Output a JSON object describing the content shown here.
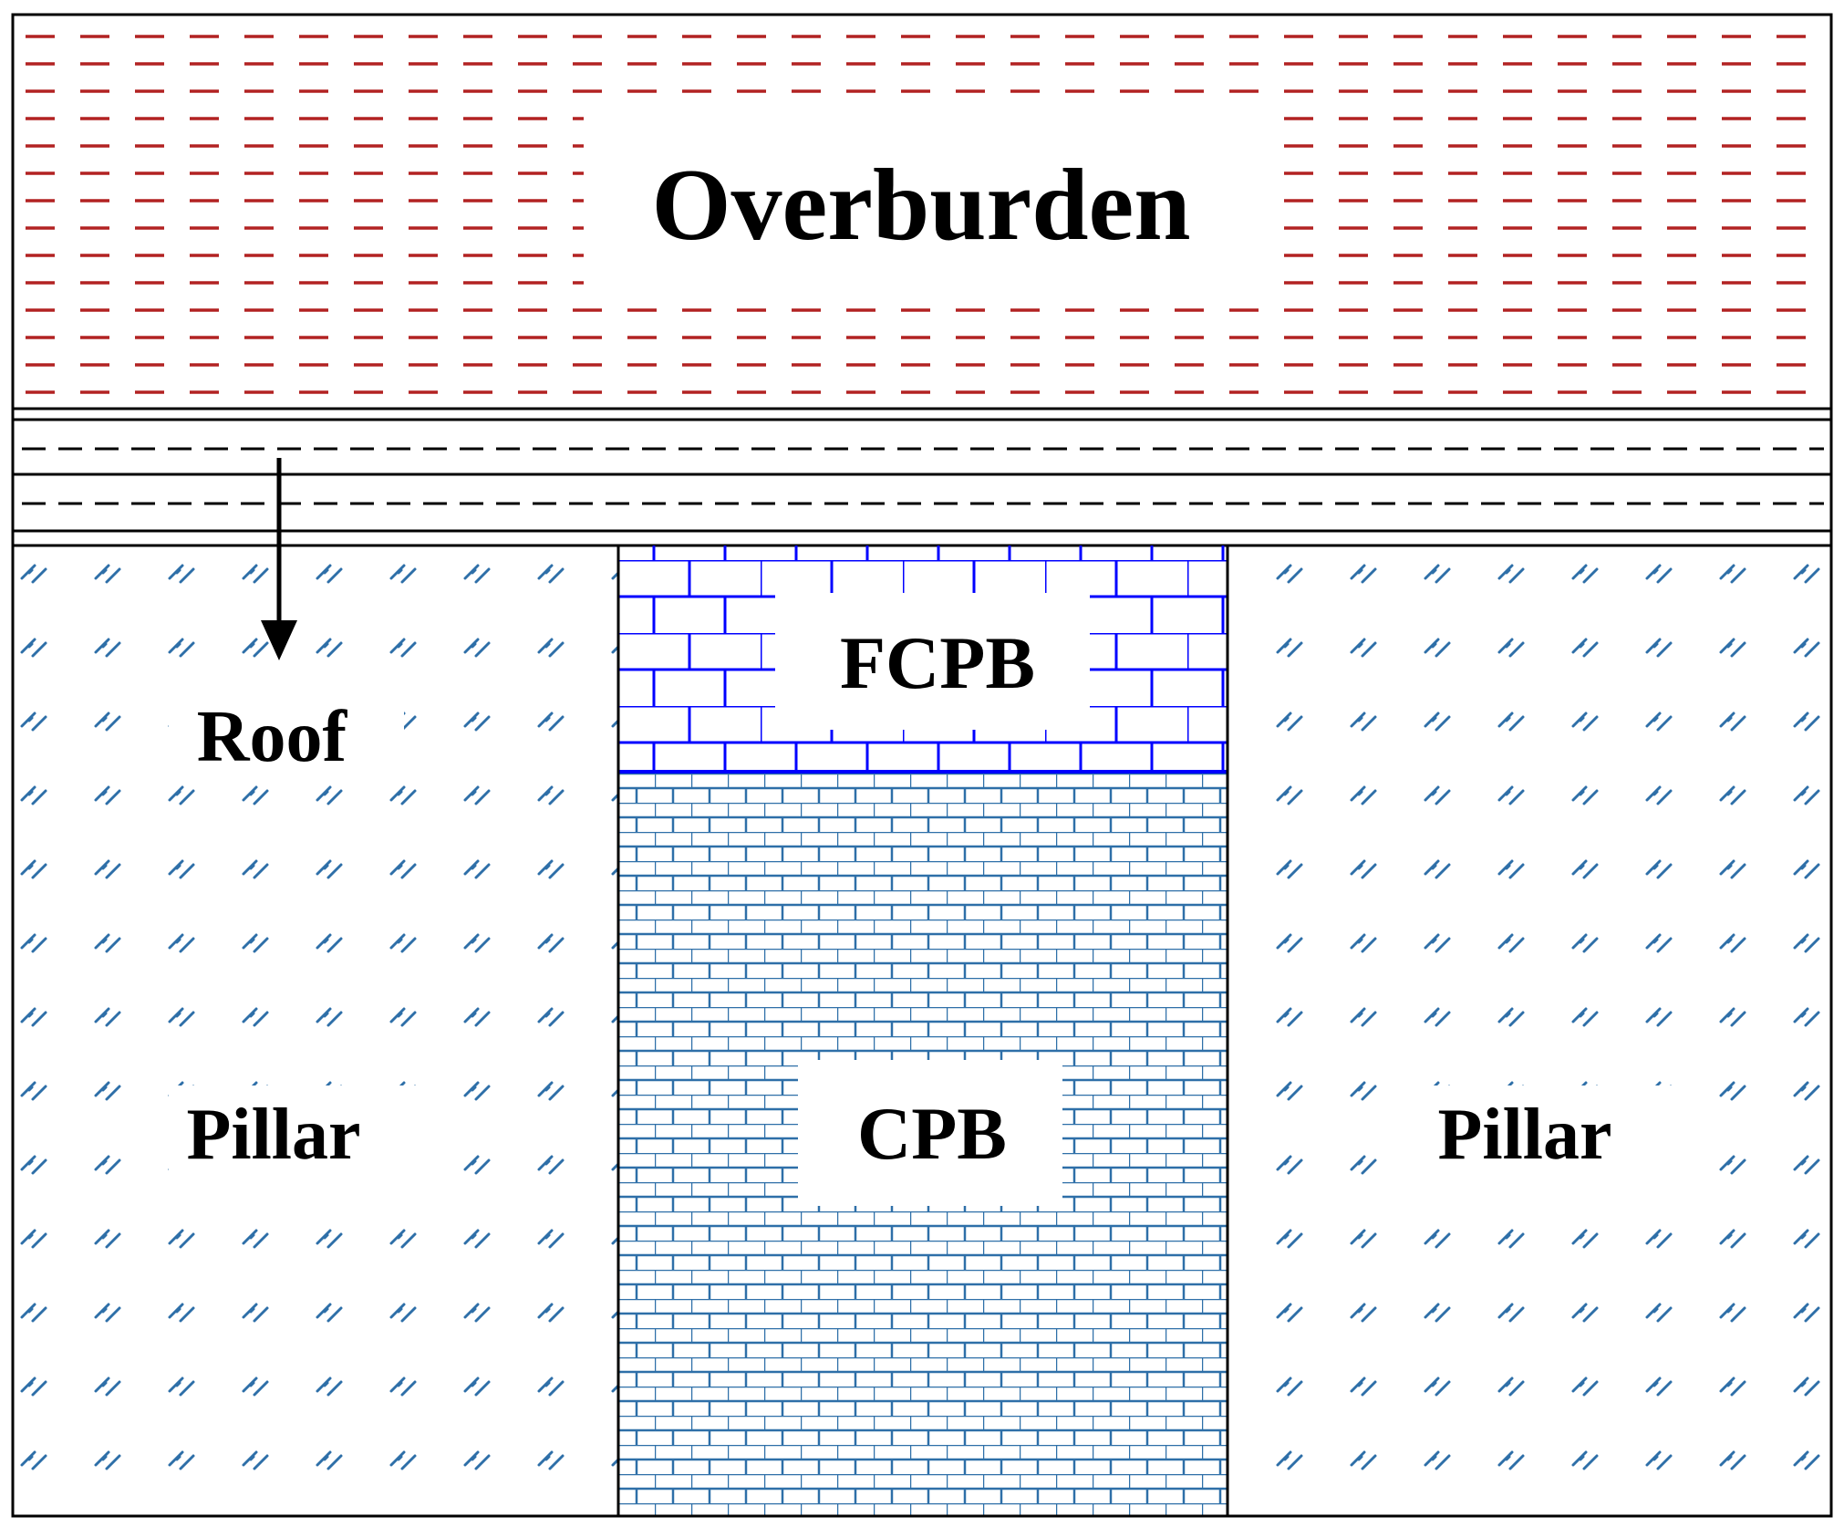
{
  "diagram": {
    "labels": {
      "overburden": "Overburden",
      "roof": "Roof",
      "fcpb": "FCPB",
      "cpb": "CPB",
      "pillar_left": "Pillar",
      "pillar_right": "Pillar"
    },
    "colors": {
      "overburden_dash": "#b22222",
      "rock_hatch": "#2e6fa8",
      "fcpb_brick": "#0000ff",
      "cpb_brick": "#2e6fa8",
      "outline": "#000000"
    },
    "arrow": "downward-roof-arrow"
  }
}
